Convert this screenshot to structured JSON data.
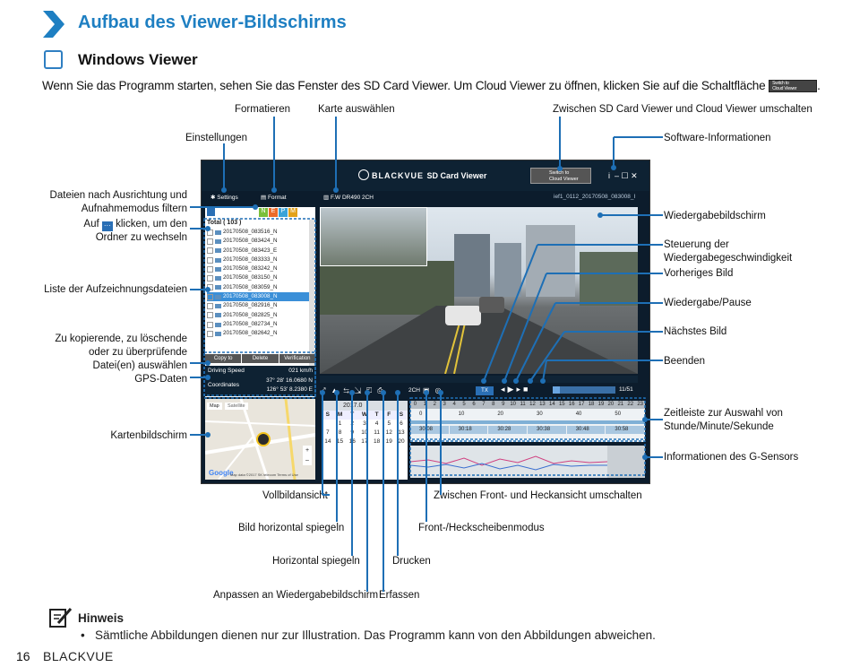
{
  "page": {
    "title": "Aufbau des Viewer-Bildschirms",
    "subtitle": "Windows Viewer",
    "intro": "Wenn Sie das Programm starten, sehen Sie das Fenster des SD Card Viewer. Um Cloud Viewer zu öffnen, klicken Sie auf die Schaltfläche",
    "intro_end": ".",
    "inline_button": [
      "Switch to",
      "Cloud Viewer"
    ]
  },
  "annotations": {
    "top": {
      "format": "Formatieren",
      "card": "Karte auswählen",
      "switch": "Zwischen SD Card Viewer und Cloud Viewer umschalten",
      "settings": "Einstellungen",
      "software": "Software-Informationen"
    },
    "left": {
      "filter_l1": "Dateien nach Ausrichtung und",
      "filter_l2": "Aufnahmemodus filtern",
      "folder_pre": "Auf",
      "folder_post": "klicken, um den",
      "folder_l2": "Ordner zu wechseln",
      "filelist": "Liste der Aufzeichnungsdateien",
      "copy_l1": "Zu kopierende, zu löschende",
      "copy_l2": "oder zu überprüfende",
      "copy_l3": "Datei(en) auswählen",
      "gps": "GPS-Daten",
      "map": "Kartenbildschirm"
    },
    "right": {
      "playback_screen": "Wiedergabebildschirm",
      "speed_l1": "Steuerung der",
      "speed_l2": "Wiedergabegeschwindigkeit",
      "prev": "Vorheriges Bild",
      "play": "Wiedergabe/Pause",
      "next": "Nächstes Bild",
      "stop": "Beenden",
      "timeline_l1": "Zeitleiste zur Auswahl von",
      "timeline_l2": "Stunde/Minute/Sekunde",
      "gsensor": "Informationen des G-Sensors"
    },
    "bottom": {
      "fullscreen": "Vollbildansicht",
      "front_rear": "Zwischen Front- und Heckansicht umschalten",
      "mirror_h": "Bild horizontal spiegeln",
      "windshield": "Front-/Heckscheibenmodus",
      "flip_h": "Horizontal spiegeln",
      "print": "Drucken",
      "fit": "Anpassen an Wiedergabebildschirm",
      "capture": "Erfassen"
    }
  },
  "viewer": {
    "brand": "BLACKVUE",
    "product": "SD Card Viewer",
    "settings": "Settings",
    "format": "Format",
    "fw": "F.W DR490 2CH",
    "filename": "ief1_0112_20170508_083008_I",
    "switch_btn": [
      "Switch to",
      "Cloud Viewer"
    ],
    "total": "Total ( 103 )",
    "filters": [
      "N",
      "E",
      "P",
      "M"
    ],
    "files": [
      "20170508_083516_N",
      "20170508_083424_N",
      "20170508_083423_E",
      "20170508_083333_N",
      "20170508_083242_N",
      "20170508_083150_N",
      "20170508_083059_N",
      "20170508_083008_N",
      "20170508_082916_N",
      "20170508_082825_N",
      "20170508_082734_N",
      "20170508_082642_N"
    ],
    "selected_index": 7,
    "buttons": {
      "copy": "Copy to",
      "delete": "Delete",
      "verify": "Verification"
    },
    "driving_speed_label": "Driving Speed",
    "driving_speed": "021 km/h",
    "coordinates_label": "Coordinates",
    "coord1": "37° 28' 16.0680 N",
    "coord2": "126° 53' 8.2380 E",
    "map_tab": "Map",
    "sat_tab": "Satellite",
    "map_footer": "Map data ©2017 SK telecom  Terms of Use",
    "google": "Google",
    "twoch": "2CH",
    "frame": "11/51",
    "tx": "TX",
    "cal_date": "2017.0",
    "cal_head": [
      "S",
      "M",
      "T",
      "W",
      "T",
      "F",
      "S"
    ],
    "cal_rows": [
      [
        "",
        "1",
        "2",
        "3",
        "4",
        "5",
        "6"
      ],
      [
        "7",
        "8",
        "9",
        "10",
        "11",
        "12",
        "13"
      ],
      [
        "14",
        "15",
        "16",
        "17",
        "18",
        "19",
        "20"
      ]
    ],
    "hours": [
      "0",
      "1",
      "2",
      "3",
      "4",
      "5",
      "6",
      "7",
      "8",
      "9",
      "10",
      "11",
      "12",
      "13",
      "14",
      "15",
      "16",
      "17",
      "18",
      "19",
      "20",
      "21",
      "22",
      "23"
    ],
    "minutes": [
      "0",
      "10",
      "20",
      "30",
      "40",
      "50"
    ],
    "seconds": [
      "30:08",
      "30:18",
      "30:28",
      "30:38",
      "30:48",
      "30:58"
    ]
  },
  "footer": {
    "hint_title": "Hinweis",
    "note": "Sämtliche Abbildungen dienen nur zur Illustration. Das Programm kann von den Abbildungen abweichen.",
    "page_number": "16",
    "brand": "BLACKVUE"
  },
  "colors": {
    "accent": "#1e7fc2",
    "screen_bg": "#0c1c2c",
    "callout": "#1e6fb5"
  }
}
